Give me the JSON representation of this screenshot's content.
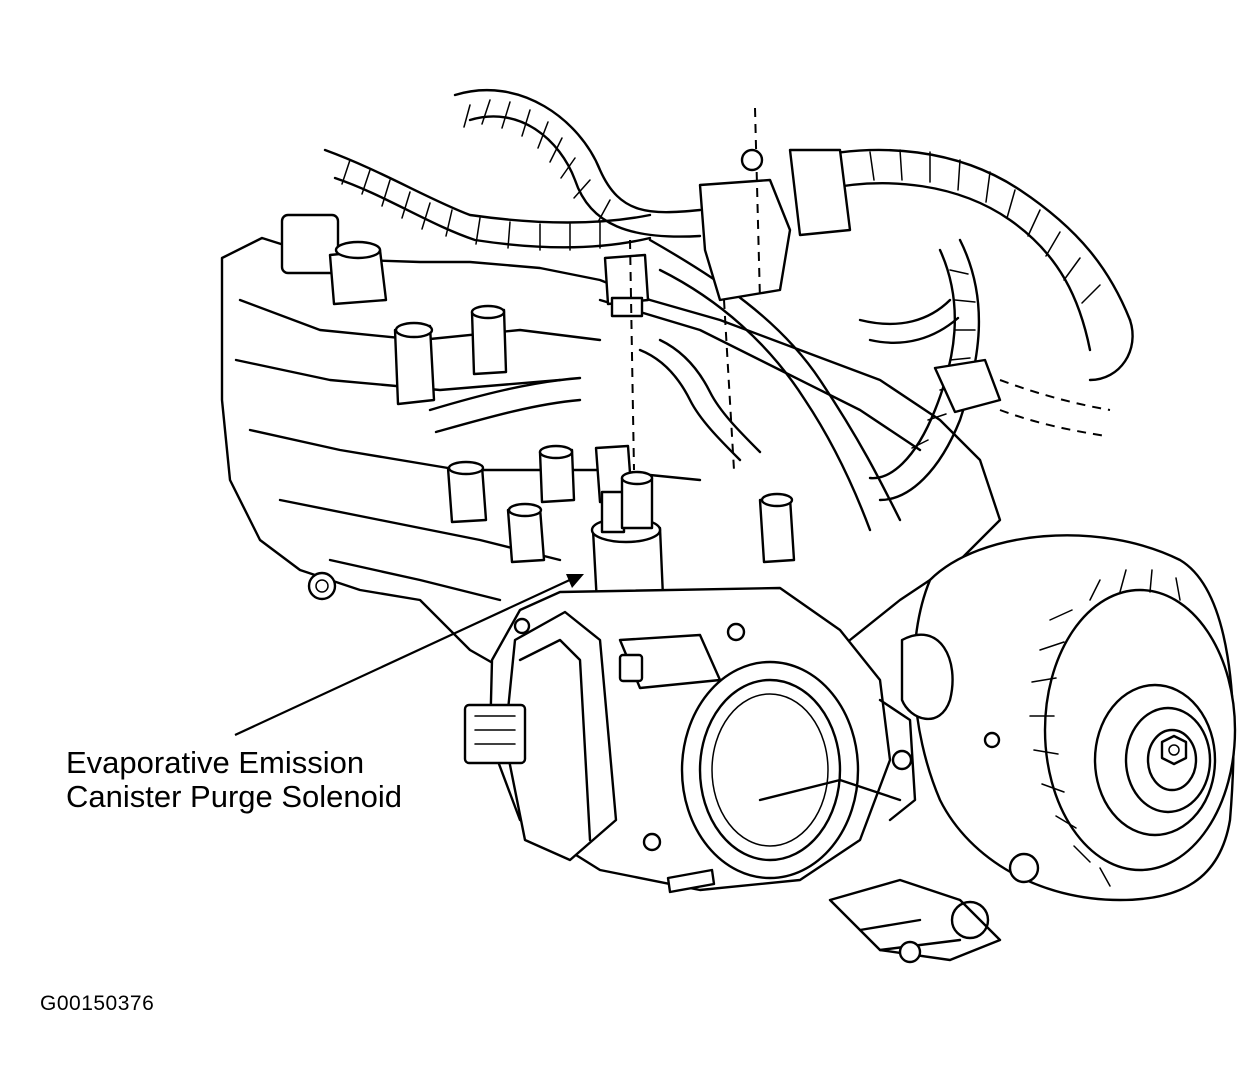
{
  "callout": {
    "line1": "Evaporative Emission",
    "line2": "Canister Purge Solenoid"
  },
  "figure_id": "G00150376",
  "colors": {
    "ink": "#000000",
    "paper": "#ffffff"
  }
}
